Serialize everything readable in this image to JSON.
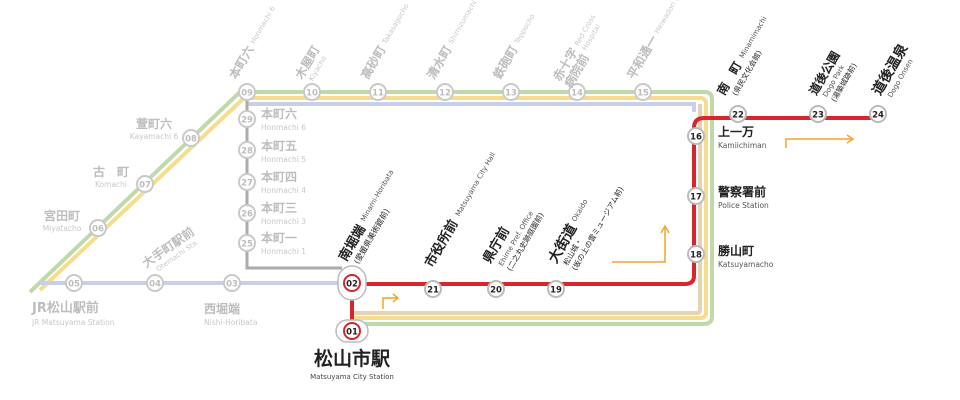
{
  "colors": {
    "red_line": "#d7262e",
    "green_line": "#bfd9a8",
    "yellow_line": "#f6dc8e",
    "blue_line": "#c8cfe8",
    "gray_line": "#ababab",
    "beige_line": "#e8d2b4",
    "arrow": "#f2a62a",
    "active_text": "#222222",
    "inactive_text": "#bdbdbd"
  },
  "stations": {
    "s01": {
      "num": "01",
      "name": "松山市駅",
      "en": "Matsuyama City Station"
    },
    "s02": {
      "num": "02",
      "name": "南堀端",
      "sub": "(愛媛県美術館前)",
      "en": "Minami-Horibata"
    },
    "s21": {
      "num": "21",
      "name": "市役所前",
      "en": "Matsuyama City Hall"
    },
    "s20": {
      "num": "20",
      "name": "県庁前",
      "sub": "(二之丸史跡庭園前)",
      "en": "Ehime Pref. Office"
    },
    "s19": {
      "num": "19",
      "name": "大街道",
      "sub": "(坂の上の雲ミュージアム前)",
      "sub2": "松山城・",
      "en": "Okaido"
    },
    "s18": {
      "num": "18",
      "name": "勝山町",
      "en": "Katsuyamacho"
    },
    "s17": {
      "num": "17",
      "name": "警察署前",
      "en": "Police Station"
    },
    "s16": {
      "num": "16",
      "name": "上一万",
      "en": "Kamiichiman"
    },
    "s22": {
      "num": "22",
      "name": "南　町",
      "sub": "(県民文化会館)",
      "en": "Minamimachi"
    },
    "s23": {
      "num": "23",
      "name": "道後公園",
      "sub": "(湯築城跡前)",
      "en": "Dogo Park"
    },
    "s24": {
      "num": "24",
      "name": "道後温泉",
      "en": "Dogo Onsen"
    },
    "s03": {
      "num": "03",
      "name": "西堀端",
      "en": "Nishi-Horibata"
    },
    "s04": {
      "num": "04",
      "name": "大手町駅前",
      "en": "Otemachi Sta."
    },
    "s05": {
      "num": "05",
      "name": "JR松山駅前",
      "en": "JR Matsuyama Station"
    },
    "s06": {
      "num": "06",
      "name": "宮田町",
      "en": "Miyatacho"
    },
    "s07": {
      "num": "07",
      "name": "古　町",
      "en": "Komachi"
    },
    "s08": {
      "num": "08",
      "name": "萱町六",
      "en": "Kayamachi 6"
    },
    "s09": {
      "num": "09",
      "name": "本町六",
      "en": "Honmachi 6"
    },
    "s10": {
      "num": "10",
      "name": "木屋町",
      "en": "Kiyacho"
    },
    "s11": {
      "num": "11",
      "name": "高砂町",
      "en": "Takasagocho"
    },
    "s12": {
      "num": "12",
      "name": "清水町",
      "en": "Shimizumachi"
    },
    "s13": {
      "num": "13",
      "name": "鉄砲町",
      "en": "Teppocho"
    },
    "s14": {
      "num": "14",
      "name": "赤十字",
      "name2": "病院前",
      "en": "Red Cross",
      "en2": "Hospital"
    },
    "s15": {
      "num": "15",
      "name": "平和通一",
      "en": "Heiwadori 1"
    },
    "s29": {
      "num": "29",
      "name": "本町六",
      "en": "Honmachi 6"
    },
    "s28": {
      "num": "28",
      "name": "本町五",
      "en": "Honmachi 5"
    },
    "s27": {
      "num": "27",
      "name": "本町四",
      "en": "Honmachi 4"
    },
    "s26": {
      "num": "26",
      "name": "本町三",
      "en": "Honmachi 3"
    },
    "s25": {
      "num": "25",
      "name": "本町一",
      "en": "Honmachi 1"
    }
  }
}
